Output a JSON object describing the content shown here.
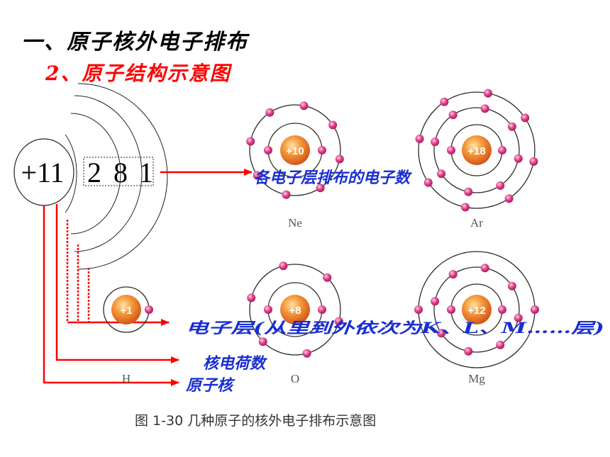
{
  "heading": {
    "title": "一、原子核外电子排布",
    "subtitle": "2、原子结构示意图"
  },
  "sodium_diagram": {
    "nucleus_label": "+11",
    "shell_counts": [
      "2",
      "8",
      "1"
    ]
  },
  "annotations": {
    "electrons_per_shell": "各电子层排布的电子数",
    "shells": "电子层(从里到外依次为K、L、M……层)",
    "nuclear_charge": "核电荷数",
    "nucleus": "原子核"
  },
  "atoms": [
    {
      "name": "Ne",
      "charge": "+10",
      "shells": [
        2,
        8
      ]
    },
    {
      "name": "Ar",
      "charge": "+18",
      "shells": [
        2,
        8,
        8
      ]
    },
    {
      "name": "H",
      "charge": "+1",
      "shells": [
        1
      ]
    },
    {
      "name": "O",
      "charge": "+8",
      "shells": [
        2,
        6
      ]
    },
    {
      "name": "Mg",
      "charge": "+12",
      "shells": [
        2,
        8,
        2
      ]
    }
  ],
  "figure_caption": "图 1-30   几种原子的核外电子排布示意图",
  "colors": {
    "arrow": "#ff0000",
    "annotation_text": "#1a2fd0",
    "nucleus": "#f07a1e",
    "electron": "#e0408a",
    "orbit": "#2a2a2a"
  }
}
